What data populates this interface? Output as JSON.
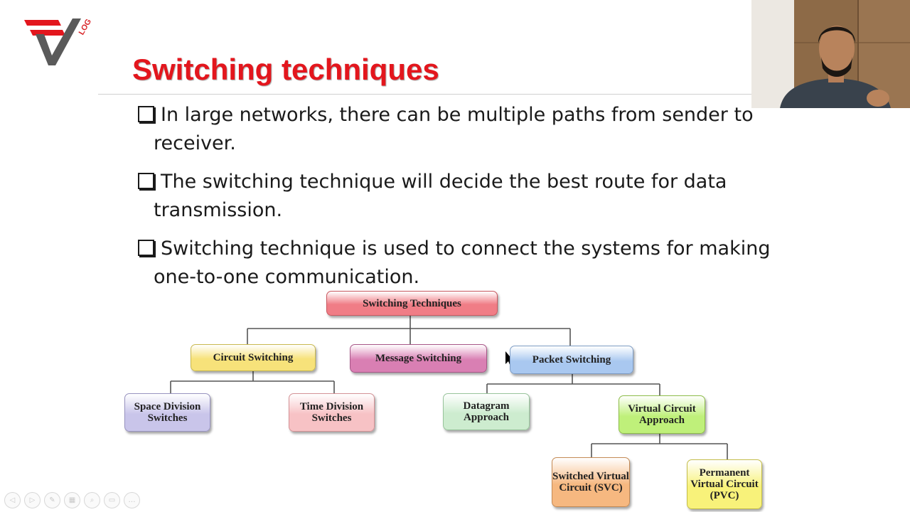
{
  "slide": {
    "logo_text": "LOG",
    "title": "Switching techniques",
    "bullets": [
      {
        "line1": "In large networks, there can be multiple paths from sender to",
        "line2": "receiver."
      },
      {
        "line1": "The switching technique will decide the best route for data",
        "line2": "transmission."
      },
      {
        "line1": "Switching technique is used to connect the systems for making",
        "line2": "one-to-one communication."
      }
    ]
  },
  "diagram": {
    "root": {
      "label": "Switching Techniques",
      "color": "#f07d86"
    },
    "level1": [
      {
        "label": "Circuit Switching",
        "color": "#f7e27a"
      },
      {
        "label": "Message Switching",
        "color": "#d97fb3"
      },
      {
        "label": "Packet Switching",
        "color": "#a9c8f0"
      }
    ],
    "circuit_children": [
      {
        "label": "Space Division Switches",
        "color": "#c9c5ea"
      },
      {
        "label": "Time Division Switches",
        "color": "#f7c2c5"
      }
    ],
    "packet_children": [
      {
        "label": "Datagram Approach",
        "color": "#cdeccf"
      },
      {
        "label": "Virtual Circuit Approach",
        "color": "#bff07a"
      }
    ],
    "virtual_children": [
      {
        "label": "Switched Virtual Circuit (SVC)",
        "color": "#f6b880"
      },
      {
        "label": "Permanent Virtual Circuit (PVC)",
        "color": "#f8f27a"
      }
    ]
  },
  "toolbar": {
    "icons": [
      "prev-icon",
      "next-icon",
      "pen-icon",
      "slides-icon",
      "zoom-icon",
      "subtitle-icon",
      "more-icon"
    ],
    "glyphs": [
      "◁",
      "▷",
      "✎",
      "▦",
      "⌕",
      "▭",
      "…"
    ]
  }
}
